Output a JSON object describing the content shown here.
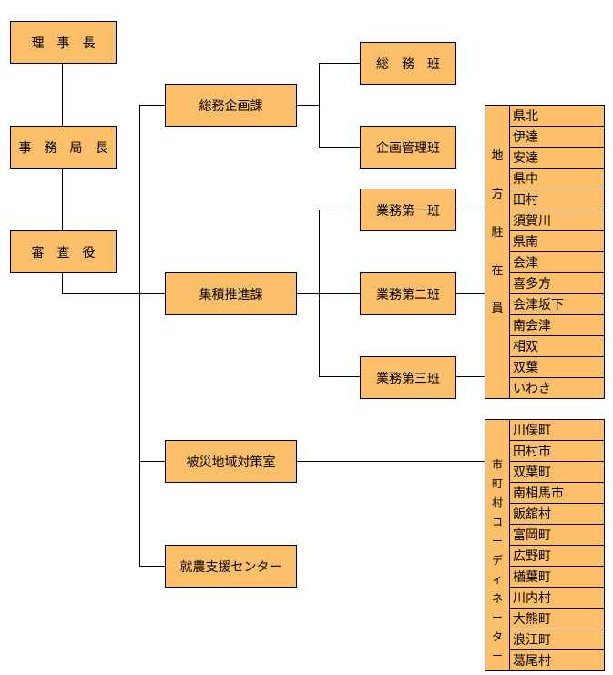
{
  "left_column": {
    "chairman": "理　事　長",
    "secretary_general": "事　務　局　長",
    "auditor": "審　査　役"
  },
  "divisions": {
    "general_affairs": "総務企画課",
    "integration": "集積推進課",
    "disaster": "被災地域対策室",
    "farming_support": "就農支援センター"
  },
  "teams": {
    "general": "総　務　班",
    "planning": "企画管理班",
    "ops1": "業務第一班",
    "ops2": "業務第二班",
    "ops3": "業務第三班"
  },
  "regional": {
    "title": [
      "地",
      "方",
      "駐",
      "在",
      "員"
    ],
    "items": [
      "県北",
      "伊達",
      "安達",
      "県中",
      "田村",
      "須賀川",
      "県南",
      "会津",
      "喜多方",
      "会津坂下",
      "南会津",
      "相双",
      "双葉",
      "いわき"
    ]
  },
  "municipal": {
    "title": [
      "市",
      "町",
      "村",
      "コ",
      "ー",
      "デ",
      "ィ",
      "ネ",
      "ー",
      "タ",
      "ー"
    ],
    "items": [
      "川俣町",
      "田村市",
      "双葉町",
      "南相馬市",
      "飯舘村",
      "富岡町",
      "広野町",
      "楢葉町",
      "川内村",
      "大熊町",
      "浪江町",
      "葛尾村"
    ]
  },
  "colors": {
    "box_fill": "#FBBE69",
    "line": "#000000"
  }
}
